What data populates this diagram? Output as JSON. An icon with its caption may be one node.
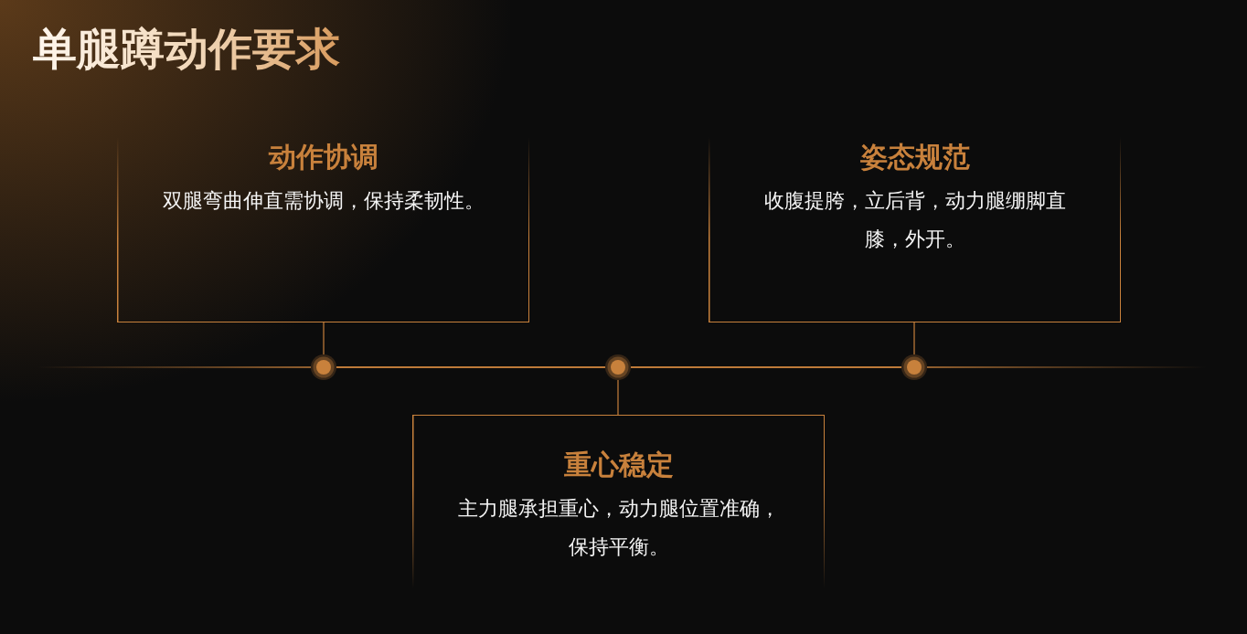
{
  "diagram": {
    "title": "单腿蹲动作要求",
    "nodes": [
      {
        "text": [
          "动作协调",
          "双腿弯曲伸直需协调，保持柔韧性。"
        ]
      },
      {
        "text": [
          "重心稳定",
          "主力腿承担重心，动力腿位置准确，保持平衡。"
        ]
      },
      {
        "text": [
          "姿态规范",
          "收腹提胯，立后背，动力腿绷脚直膝，外开。"
        ]
      },
      {
        "text": [],
        "shape": "circle"
      },
      {
        "text": [],
        "shape": "circle"
      },
      {
        "text": [],
        "shape": "circle"
      }
    ],
    "edges": [
      {
        "from": 0,
        "to": 3,
        "arrow": "none"
      },
      {
        "from": 1,
        "to": 4,
        "arrow": "none"
      },
      {
        "from": 2,
        "to": 5,
        "arrow": "none"
      },
      {
        "from": 3,
        "to": 4,
        "arrow": "none"
      },
      {
        "from": 4,
        "to": 5,
        "arrow": "none"
      }
    ]
  }
}
